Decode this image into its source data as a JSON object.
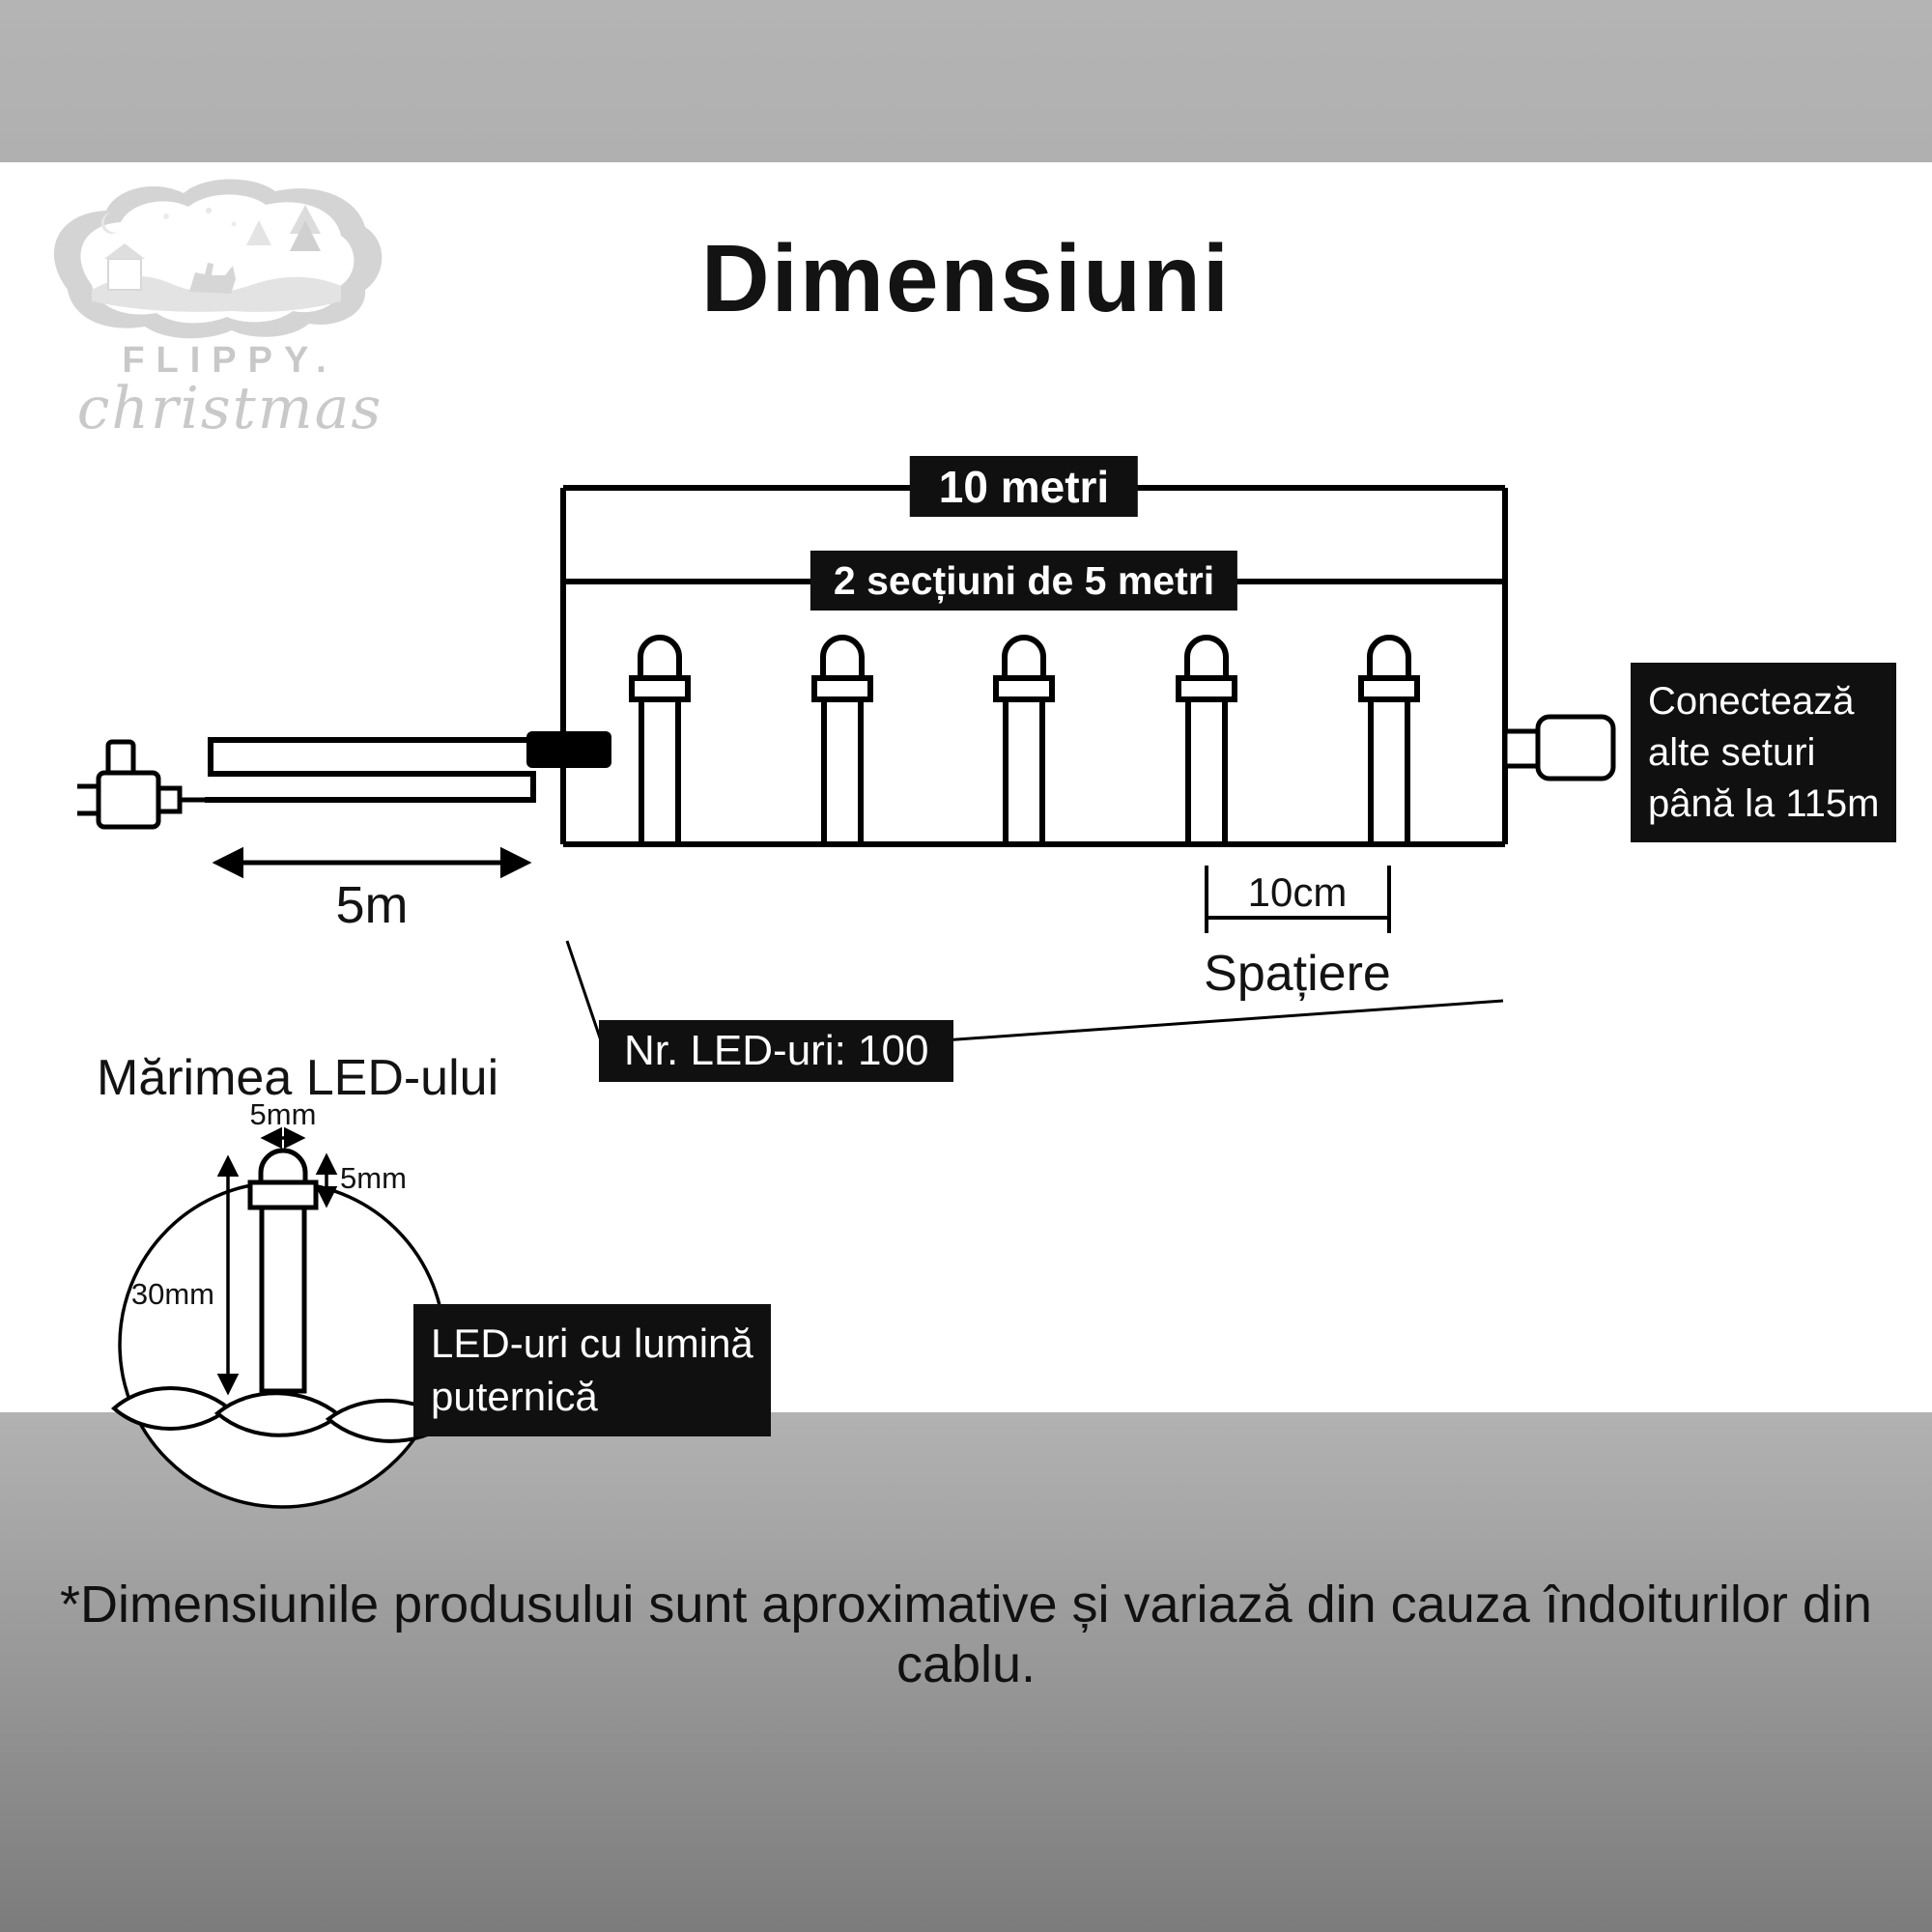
{
  "page": {
    "title": "Dimensiuni",
    "footnote": "*Dimensiunile produsului sunt aproximative și variază din cauza îndoiturilor din cablu."
  },
  "logo": {
    "brand": "FLIPPY.",
    "brand_sub": "christmas"
  },
  "diagram": {
    "total_length_label": "10 metri",
    "sections_label": "2 secțiuni de 5 metri",
    "lead_length_label": "5m",
    "spacing_value_label": "10cm",
    "spacing_label": "Spațiere",
    "led_count_label": "Nr. LED-uri: 100",
    "connect_box": {
      "line1": "Conectează",
      "line2": "alte seturi",
      "line3": "până la 115m"
    }
  },
  "led_detail": {
    "heading": "Mărimea LED-ului",
    "width_label": "5mm",
    "cap_height_label": "5mm",
    "body_height_label": "30mm",
    "callout": {
      "line1": "LED-uri cu lumină",
      "line2": "puternică"
    }
  },
  "icons": {
    "logo-illustration": "paper-cut winter scene (svg-shape)",
    "power-plug-icon": "svg-shape",
    "junction-connector-icon": "svg-shape",
    "led-bulb-icon": "svg-shape",
    "end-connector-icon": "svg-shape",
    "twisted-cable-icon": "svg-shape",
    "measure-arrow-icon": "svg-shape"
  },
  "colors": {
    "label_bg": "#101010",
    "label_text": "#ffffff",
    "line": "#000000",
    "background_top": "#b2b2b2",
    "background_bottom": "#7c7c7c",
    "content_bg": "#ffffff",
    "logo_gray": "#c8c8c8"
  }
}
